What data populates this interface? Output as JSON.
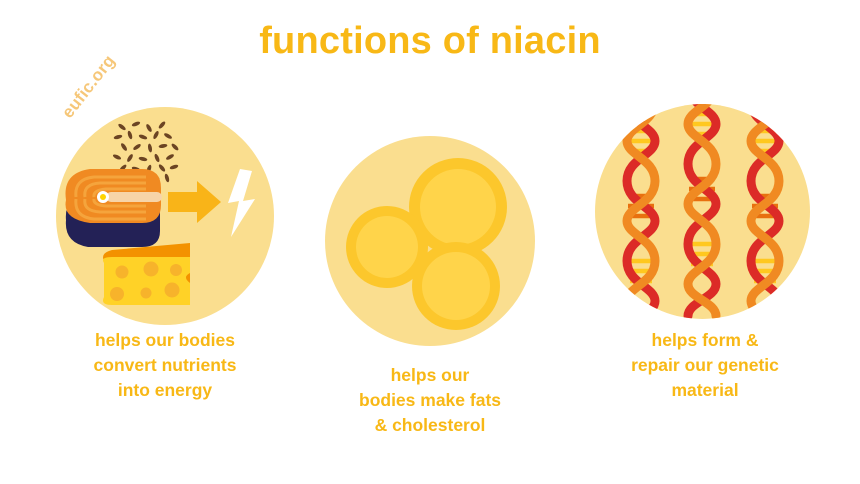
{
  "header": {
    "title": "functions of niacin"
  },
  "watermark": {
    "text": "eufic.org"
  },
  "colors": {
    "title": "#F8B816",
    "caption": "#F8B816",
    "circle_background": "#FADE8F",
    "arrow": "#F9B418",
    "lightning": "#FFFFFF",
    "salmon_flesh": "#F08A22",
    "salmon_rings": "#F5A43C",
    "salmon_skin": "#232156",
    "salmon_center": "#FFD400",
    "grain": "#6B4423",
    "cheese_body": "#FFD227",
    "cheese_rind": "#F39200",
    "cheese_holes": "#F7B32B",
    "fat_ring": "#FCC72C",
    "fat_fill": "#FFD44A",
    "dna_red": "#DC2B27",
    "dna_orange": "#F08A22",
    "dna_rung_yellow": "#FFC81F",
    "dna_rung_orange": "#E8700F",
    "page_background": "#FFFFFF"
  },
  "panels": [
    {
      "id": "nutrients",
      "caption": "helps our bodies\nconvert nutrients\ninto energy",
      "icons": [
        "grain-cluster-icon",
        "salmon-steak-icon",
        "cheese-wedge-icon",
        "arrow-right-icon",
        "lightning-bolt-icon"
      ]
    },
    {
      "id": "fats",
      "caption": "helps our\nbodies make fats\n& cholesterol",
      "icons": [
        "fat-globule-icon",
        "fat-globule-icon",
        "fat-globule-icon"
      ]
    },
    {
      "id": "dna",
      "caption": "helps form &\nrepair our genetic\nmaterial",
      "icons": [
        "dna-helix-icon",
        "dna-helix-icon",
        "dna-helix-icon"
      ]
    }
  ]
}
